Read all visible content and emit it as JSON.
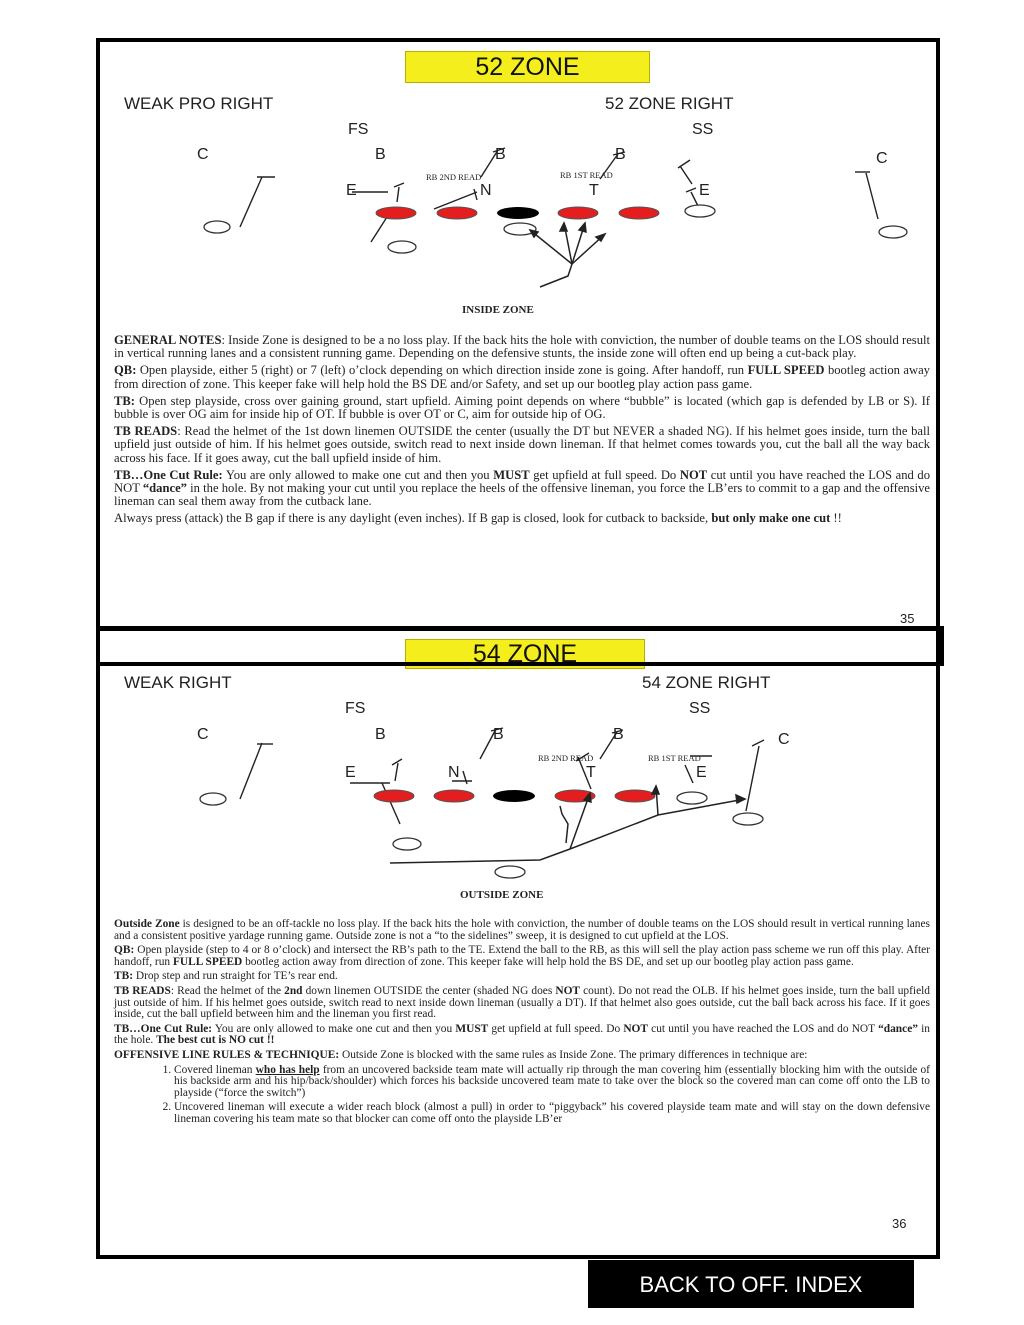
{
  "page1": {
    "title": "52 ZONE",
    "formation_left": "WEAK PRO RIGHT",
    "formation_right": "52 ZONE RIGHT",
    "positions": {
      "fs": "FS",
      "ss": "SS",
      "c_left": "C",
      "c_right": "C",
      "b1": "B",
      "b2": "B",
      "b3": "B",
      "e_left": "E",
      "n": "N",
      "t": "T",
      "e_right": "E"
    },
    "read_2nd": "RB 2ND READ",
    "read_1st": "RB 1ST READ",
    "play_name": "INSIDE ZONE",
    "general_notes_label": "GENERAL NOTES",
    "general_notes": ":  Inside Zone is designed to be a no loss play.  If the back hits the hole with conviction, the number of double teams on the LOS should result in vertical running lanes and a consistent running game.   Depending on the defensive stunts, the inside zone will often end up being a cut-back play.",
    "qb_label": "QB:",
    "qb_1": "  Open playside, either 5 (right) or 7 (left) o’clock depending on which direction inside zone is going.  After handoff, run ",
    "qb_bold": "FULL SPEED",
    "qb_2": "  bootleg action away from direction of zone.  This keeper fake will help hold the BS DE and/or Safety, and set up our bootleg play action pass game.",
    "tb_label": "TB:",
    "tb_text": "  Open step playside, cross over gaining ground, start upfield.   Aiming point depends on where “bubble” is located (which gap is defended by LB or S).  If bubble is over OG aim for inside hip of OT.  If bubble is over OT or C, aim for outside hip of OG.",
    "tb_reads_label": "TB READS",
    "tb_reads_text": ":   Read the helmet of the 1st down linemen OUTSIDE the center (usually the DT  but NEVER a shaded NG).  If his helmet goes inside, turn the ball upfield just outside of him.  If his helmet goes outside, switch read to next inside down lineman.  If that helmet comes towards you, cut the ball all the way back across his face.  If it goes away, cut the ball upfield inside of him.",
    "one_cut_label": "TB…One Cut Rule:",
    "one_cut_1": "  You are only allowed to make one cut and then you ",
    "one_cut_must": "MUST",
    "one_cut_2": " get upfield at full speed. Do ",
    "one_cut_not": "NOT",
    "one_cut_3": " cut until you have reached the LOS and do NOT ",
    "one_cut_dance": "“dance”",
    "one_cut_4": " in the hole.  By not making your cut until you replace the heels of the offensive lineman, you force the LB’ers to commit to a gap and the offensive lineman can seal them away from the cutback lane.",
    "press_1": "Always press (attack) the B gap if there is any daylight (even inches).   If B gap is closed, look for cutback to backside, ",
    "press_bold": "but only make one cut",
    "press_2": " !!",
    "page_number": "35"
  },
  "page2": {
    "title": "54 ZONE",
    "formation_left": "WEAK RIGHT",
    "formation_right": "54 ZONE RIGHT",
    "positions": {
      "fs": "FS",
      "ss": "SS",
      "c_left": "C",
      "c_right": "C",
      "b1": "B",
      "b2": "B",
      "b3": "B",
      "e_left": "E",
      "n": "N",
      "t": "T",
      "e_right": "E"
    },
    "read_2nd": "RB 2ND READ",
    "read_1st": "RB 1ST READ",
    "play_name": "OUTSIDE ZONE",
    "oz_label": "Outside Zone",
    "oz_text": " is designed to be an off-tackle no loss play.  If the back hits the hole with conviction, the number of double teams on the LOS should  result in vertical running lanes and a consistent positive yardage running game.  Outside zone is not a “to the sidelines” sweep, it is designed to cut upfield at the LOS.",
    "qb_label": "QB:",
    "qb_1": "  Open playside (step to 4 or 8 o’clock) and intersect the RB’s path to the TE.  Extend the ball to the RB, as this will sell the play action pass scheme we run off this play.  After handoff, run ",
    "qb_bold": "FULL SPEED",
    "qb_2": "  bootleg action away from direction of zone.  This keeper fake will help hold the BS DE, and set up our bootleg play action pass game.",
    "tb_label": "TB:",
    "tb_text": "  Drop step and run straight for TE’s rear end.",
    "tb_reads_label": "TB READS",
    "tb_reads_1": ":  Read the helmet of the ",
    "tb_reads_bold": "2nd",
    "tb_reads_2": " down linemen OUTSIDE the center (shaded NG does ",
    "tb_reads_not": "NOT",
    "tb_reads_3": " count).  Do not read the OLB.  If his helmet goes inside, turn the ball upfield just outside of him.  If his helmet goes outside, switch read to next inside down lineman (usually a DT).  If that helmet also goes outside,  cut the ball back across his face.  If it goes inside, cut the ball upfield between him and the lineman you first read.",
    "one_cut_label": "TB…One Cut Rule:",
    "one_cut_1": "  You are only allowed to make one cut and then you ",
    "one_cut_must": "MUST",
    "one_cut_2": " get upfield at full speed. Do ",
    "one_cut_not": "NOT",
    "one_cut_3": " cut until you have reached the LOS and do NOT ",
    "one_cut_dance": "“dance”",
    "one_cut_4": " in the hole. ",
    "one_cut_best": "The best cut is NO cut !!",
    "ol_label": "OFFENSIVE LINE RULES & TECHNIQUE:",
    "ol_text": "  Outside Zone is blocked with the same rules as Inside Zone.  The primary differences in technique are:",
    "item1_1": "Covered lineman ",
    "item1_bold": "who has help",
    "item1_2": " from an uncovered backside team mate will actually rip through the man covering him (essentially blocking him with the outside of his backside arm and his hip/back/shoulder) which forces his backside uncovered team mate to take over the block so the covered man can come off onto the LB to playside (“force the switch”)",
    "item2": "Uncovered lineman will execute a wider reach block (almost a pull) in order to “piggyback” his covered playside team mate and will stay on the down defensive lineman covering his team mate so that blocker can come off onto the playside LB’er",
    "page_number": "36"
  },
  "back_button": "BACK TO OFF. INDEX",
  "colors": {
    "banner": "#f4ee1c",
    "defense": "#e41e1e",
    "center": "#000000",
    "button_bg": "#000000"
  }
}
